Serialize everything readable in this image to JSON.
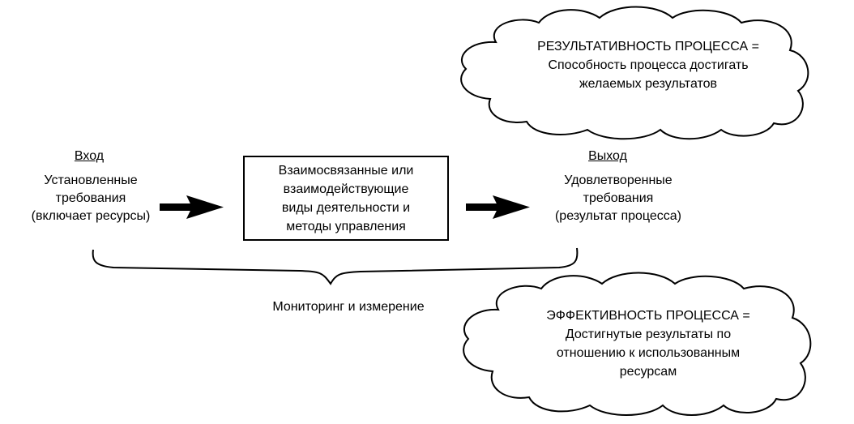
{
  "diagram": {
    "input": {
      "label": "Вход",
      "lines": [
        "Установленные",
        "требования",
        "(включает ресурсы)"
      ]
    },
    "process": {
      "lines": [
        "Взаимосвязанные или",
        "взаимодействующие",
        "виды деятельности и",
        "методы управления"
      ]
    },
    "output": {
      "label": "Выход",
      "lines": [
        "Удовлетворенные",
        "требования",
        "(результат процесса)"
      ]
    },
    "monitoring": {
      "label": "Мониторинг и измерение"
    },
    "effectiveness_cloud": {
      "lines": [
        "РЕЗУЛЬТАТИВНОСТЬ ПРОЦЕССА =",
        "Способность процесса достигать",
        "желаемых результатов"
      ]
    },
    "efficiency_cloud": {
      "lines": [
        "ЭФФЕКТИВНОСТЬ ПРОЦЕССА =",
        "Достигнутые результаты по",
        "отношению к использованным",
        "ресурсам"
      ]
    }
  }
}
